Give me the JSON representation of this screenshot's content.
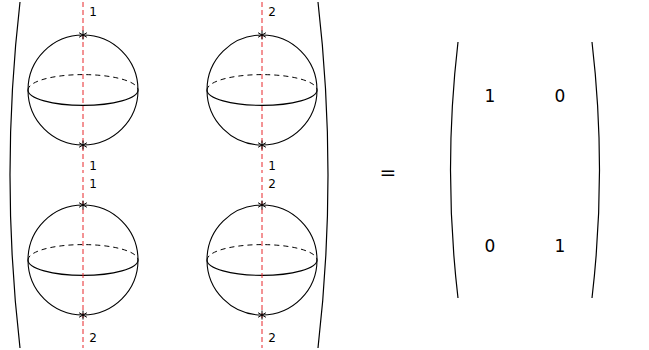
{
  "diagram": {
    "labels": [
      "1",
      "1",
      "2",
      "1",
      "1",
      "2",
      "2",
      "2",
      "=",
      "1",
      "0",
      "0",
      "1"
    ]
  }
}
